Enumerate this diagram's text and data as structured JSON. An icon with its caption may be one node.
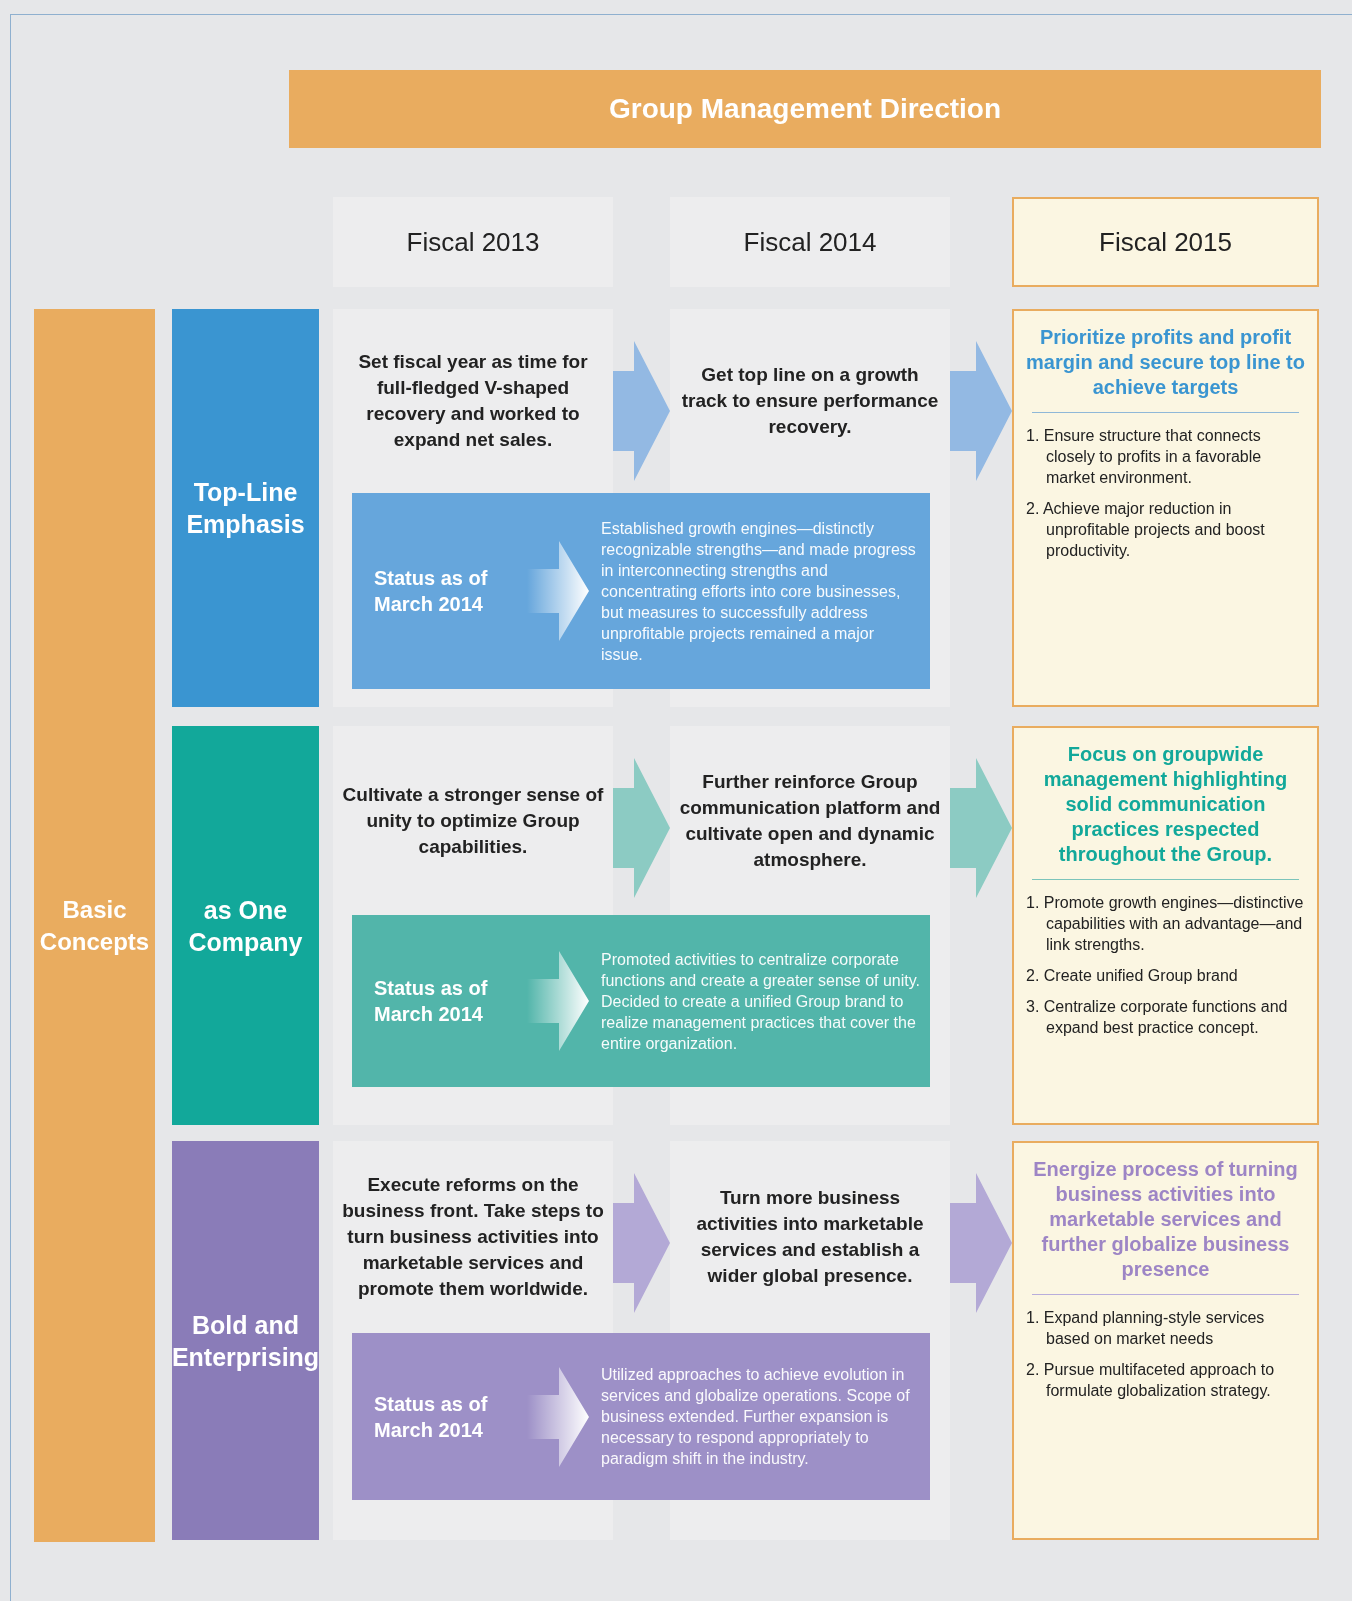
{
  "diagram": {
    "nodes": [
      {
        "text": [
          "Group Management Direction"
        ]
      },
      {
        "text": [
          "Fiscal 2013"
        ]
      },
      {
        "text": [
          "Fiscal 2014"
        ]
      },
      {
        "text": [
          "Fiscal 2015"
        ]
      },
      {
        "text": [
          "Basic Concepts"
        ]
      },
      {
        "text": [
          "Top-Line Emphasis"
        ]
      },
      {
        "text": [
          "Set fiscal year as time for full-fledged V-shaped recovery and worked to expand net sales."
        ]
      },
      {
        "text": [
          "Get top line on a growth track to ensure performance recovery."
        ]
      },
      {
        "text": [
          "Status as of March 2014",
          "Established growth engines—distinctly recognizable strengths—and made progress in interconnecting strengths and concentrating efforts into core businesses, but measures to successfully address unprofitable projects remained a major issue."
        ]
      },
      {
        "text": [
          "Prioritize profits and profit margin and secure top line to achieve targets",
          "1. Ensure structure that connects closely to profits in a favorable market environment.",
          "2. Achieve major reduction in unprofitable projects and boost productivity."
        ]
      },
      {
        "text": [
          "as One Company"
        ]
      },
      {
        "text": [
          "Cultivate a stronger sense of unity to optimize Group capabilities."
        ]
      },
      {
        "text": [
          "Further reinforce Group communication platform and cultivate open and dynamic atmosphere."
        ]
      },
      {
        "text": [
          "Status as of March 2014",
          "Promoted activities to centralize corporate functions and create a greater sense of unity. Decided to create a unified Group brand to realize management practices that cover the entire organization."
        ]
      },
      {
        "text": [
          "Focus on groupwide management highlighting solid communication practices respected throughout the Group.",
          "1. Promote growth engines—distinctive capabilities with an advantage—and link strengths.",
          "2. Create unified Group brand",
          "3. Centralize corporate functions and expand best practice concept."
        ]
      },
      {
        "text": [
          "Bold and Enterprising"
        ]
      },
      {
        "text": [
          "Execute reforms on the business front. Take steps to turn business activities into marketable services and promote them worldwide."
        ]
      },
      {
        "text": [
          "Turn more business activities into marketable services and establish a wider global presence."
        ]
      },
      {
        "text": [
          "Status as of March 2014",
          "Utilized approaches to achieve evolution in services and globalize operations. Scope of business extended. Further expansion is necessary to respond appropriately to paradigm shift in the industry."
        ]
      },
      {
        "text": [
          "Energize process of turning business activities into marketable services and further globalize business presence",
          "1. Expand planning-style services based on market needs",
          "2. Pursue multifaceted approach to formulate globalization strategy."
        ]
      }
    ],
    "edges": [
      {
        "from": 6,
        "to": 7,
        "arrow": "to",
        "color": "#93b9e3"
      },
      {
        "from": 7,
        "to": 9,
        "arrow": "to",
        "color": "#93b9e3"
      },
      {
        "from": 11,
        "to": 12,
        "arrow": "to",
        "color": "#8ccbc3"
      },
      {
        "from": 12,
        "to": 14,
        "arrow": "to",
        "color": "#8ccbc3"
      },
      {
        "from": 16,
        "to": 17,
        "arrow": "to",
        "color": "#b3a9d6"
      },
      {
        "from": 17,
        "to": 19,
        "arrow": "to",
        "color": "#b3a9d6"
      }
    ]
  }
}
